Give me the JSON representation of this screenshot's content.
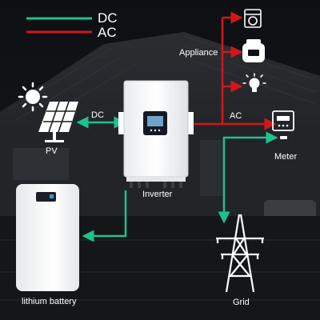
{
  "legend": [
    {
      "label": "DC",
      "color": "#1fc28a"
    },
    {
      "label": "AC",
      "color": "#d4161c"
    }
  ],
  "labels": {
    "pv": "PV",
    "inverter": "Inverter",
    "battery": "lithium battery",
    "grid": "Grid",
    "meter": "Meter",
    "appliance": "Appliance",
    "dc_line": "DC",
    "ac_line": "AC"
  },
  "icons": {
    "sun": "sun-icon",
    "solar_panel": "solar-panel-icon",
    "inverter": "inverter-icon",
    "battery": "battery-icon",
    "grid": "transmission-tower-icon",
    "meter": "electric-meter-icon",
    "washer": "washing-machine-icon",
    "cooker": "rice-cooker-icon",
    "bulb": "light-bulb-icon"
  },
  "colors": {
    "dc": "#1fc28a",
    "ac": "#d4161c",
    "text": "#ffffff"
  }
}
